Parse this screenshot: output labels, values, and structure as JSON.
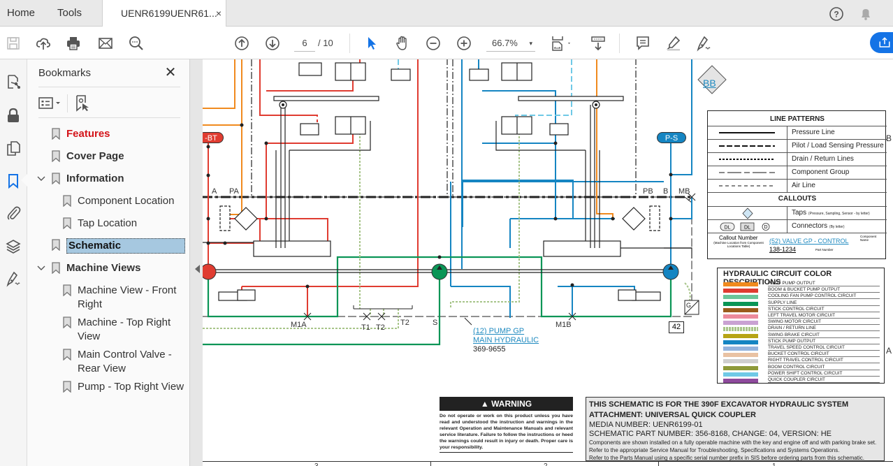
{
  "tabs": {
    "home": "Home",
    "tools": "Tools",
    "document": "UENR6199UENR61...",
    "close": "×"
  },
  "toolbar": {
    "page_current": "6",
    "page_total": "/ 10",
    "zoom_level": "66.7%",
    "zoom_caret": "▾"
  },
  "bookmarks": {
    "title": "Bookmarks",
    "close": "✕",
    "items": [
      {
        "label": "Features",
        "level": 0,
        "style": "bold-red"
      },
      {
        "label": "Cover Page",
        "level": 0,
        "style": "bold"
      },
      {
        "label": "Information",
        "level": 0,
        "style": "bold",
        "expanded": true
      },
      {
        "label": "Component Location",
        "level": 1
      },
      {
        "label": "Tap Location",
        "level": 1
      },
      {
        "label": "Schematic",
        "level": 0,
        "style": "bold",
        "selected": true
      },
      {
        "label": "Machine Views",
        "level": 0,
        "style": "bold",
        "expanded": true
      },
      {
        "label": "Machine View - Front Right",
        "level": 1
      },
      {
        "label": "Machine - Top Right View",
        "level": 1
      },
      {
        "label": "Main Control Valve - Rear View",
        "level": 1
      },
      {
        "label": "Pump - Top Right View",
        "level": 1
      }
    ]
  },
  "schematic": {
    "ports": {
      "a": "A",
      "pa": "PA",
      "pb": "PB",
      "b": "B",
      "mb": "MB",
      "m1a": "M1A",
      "m1b": "M1B",
      "t1": "T1",
      "t2a": "T2",
      "t2b": "T2",
      "s": "S"
    },
    "tags": {
      "left": "P-BT",
      "right": "P-S",
      "left_visible": "-BT"
    },
    "tap": "BB",
    "callout": {
      "line1": "(12) PUMP GP",
      "line2": "MAIN HYDRAULIC",
      "part": "369-9655"
    },
    "sensor_box": "42",
    "sensor_letter": "G",
    "side_letters": {
      "b": "B",
      "a": "A"
    },
    "zones": [
      "3",
      "2",
      "1"
    ]
  },
  "line_patterns": {
    "title": "LINE PATTERNS",
    "rows": [
      "Pressure Line",
      "Pilot / Load Sensing Pressure",
      "Drain / Return Lines",
      "Component Group",
      "Air Line"
    ],
    "callouts_title": "CALLOUTS",
    "taps_label": "Taps",
    "taps_note": "(Pressure, Sampling, Sensor - by letter)",
    "connectors_label": "Connectors",
    "connectors_note": "(By letter)",
    "connector_samples": [
      "DL",
      "DL",
      "D"
    ],
    "callout_number": "Callout Number",
    "callout_number_note": "(Machine Location from Component Locations Table)",
    "callout_example": "(52) VALVE GP - CONTROL",
    "component_name": "Component Name",
    "part_example": "138-1234",
    "part_number": "Part Number"
  },
  "color_descriptions": {
    "title": "HYDRAULIC CIRCUIT COLOR DESCRIPTIONS",
    "rows": [
      {
        "label": "PILOT PUMP OUTPUT",
        "color": "#f08a1e"
      },
      {
        "label": "BOOM & BUCKET PUMP OUTPUT",
        "color": "#e03c31"
      },
      {
        "label": "COOLING FAN PUMP CONTROL CIRCUIT",
        "color": "#6cc59a"
      },
      {
        "label": "SUPPLY LINE",
        "color": "#0a9556"
      },
      {
        "label": "STICK CONTROL CIRCUIT",
        "color": "#9a5b1b"
      },
      {
        "label": "LEFT TRAVEL MOTOR CIRCUIT",
        "color": "#ec8a9b"
      },
      {
        "label": "SWING MOTOR CIRCUIT",
        "color": "#c9a2d3"
      },
      {
        "label": "DRAIN / RETURN LINE",
        "color": "#a8c58a"
      },
      {
        "label": "SWING BRAKE CIRCUIT",
        "color": "#b7a414"
      },
      {
        "label": "STICK PUMP OUTPUT",
        "color": "#1585c2"
      },
      {
        "label": "TRAVEL SPEED CONTROL CIRCUIT",
        "color": "#93b3dd"
      },
      {
        "label": "BUCKET CONTROL CIRCUIT",
        "color": "#e9c2a3"
      },
      {
        "label": "RIGHT TRAVEL CONTROL CIRCUIT",
        "color": "#cfcfcf"
      },
      {
        "label": "BOOM CONTROL CIRCUIT",
        "color": "#8e9a3a"
      },
      {
        "label": "POWER SHIFT CONTROL CIRCUIT",
        "color": "#6fc9e6"
      },
      {
        "label": "QUICK COUPLER CIRCUIT",
        "color": "#8e4a9c"
      }
    ]
  },
  "warning": {
    "title": "WARNING",
    "body": "Do not operate or work on this product unless you have read and understood the instruction and warnings in the relevant Operation and Maintenance Manuals and relevant service literature. Failure to follow the instructions or heed the warnings could result in injury or death. Proper care is your responsibility."
  },
  "notes": {
    "line1": "THIS SCHEMATIC IS FOR THE 390F EXCAVATOR HYDRAULIC SYSTEM",
    "line2": "ATTACHMENT: UNIVERSAL QUICK COUPLER",
    "line3": "MEDIA NUMBER: UENR6199-01",
    "line4": "SCHEMATIC PART NUMBER: 356-8168, CHANGE: 04, VERSION: HE",
    "line5": "Components are shown installed on a fully operable machine with the key and engine off and with parking brake set.",
    "line6": "Refer to the appropriate Service Manual for Troubleshooting, Specifications and Systems Operations.",
    "line7": "Refer to the Parts Manual using a specific serial number prefix in SIS before ordering parts from this schematic."
  },
  "colors": {
    "accent": "#1473e6",
    "bookmark_selected": "#a6c8e0",
    "bookmark_red": "#d4141a"
  }
}
